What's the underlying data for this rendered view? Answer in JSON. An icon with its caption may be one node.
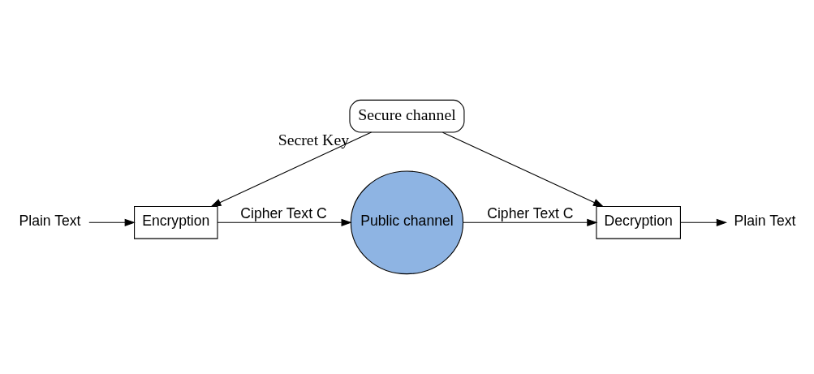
{
  "diagram": {
    "nodes": [
      {
        "text": [
          "Secure channel"
        ],
        "beside": [
          "Secret Key"
        ]
      },
      {
        "text": [
          "Plain Text"
        ]
      },
      {
        "text": [
          "Encryption"
        ]
      },
      {
        "text": [
          "Public channel"
        ]
      },
      {
        "text": [
          "Decryption"
        ]
      },
      {
        "text": [
          "Plain Text"
        ]
      }
    ],
    "edges": [
      {
        "from": 0,
        "to": 2,
        "arrow": "to"
      },
      {
        "from": 0,
        "to": 4,
        "arrow": "to"
      },
      {
        "from": 1,
        "to": 2,
        "arrow": "to"
      },
      {
        "from": 2,
        "to": 3,
        "arrow": "to",
        "label": "Cipher Text C"
      },
      {
        "from": 3,
        "to": 4,
        "arrow": "to",
        "label": "Cipher Text C"
      },
      {
        "from": 4,
        "to": 5,
        "arrow": "to"
      }
    ]
  }
}
